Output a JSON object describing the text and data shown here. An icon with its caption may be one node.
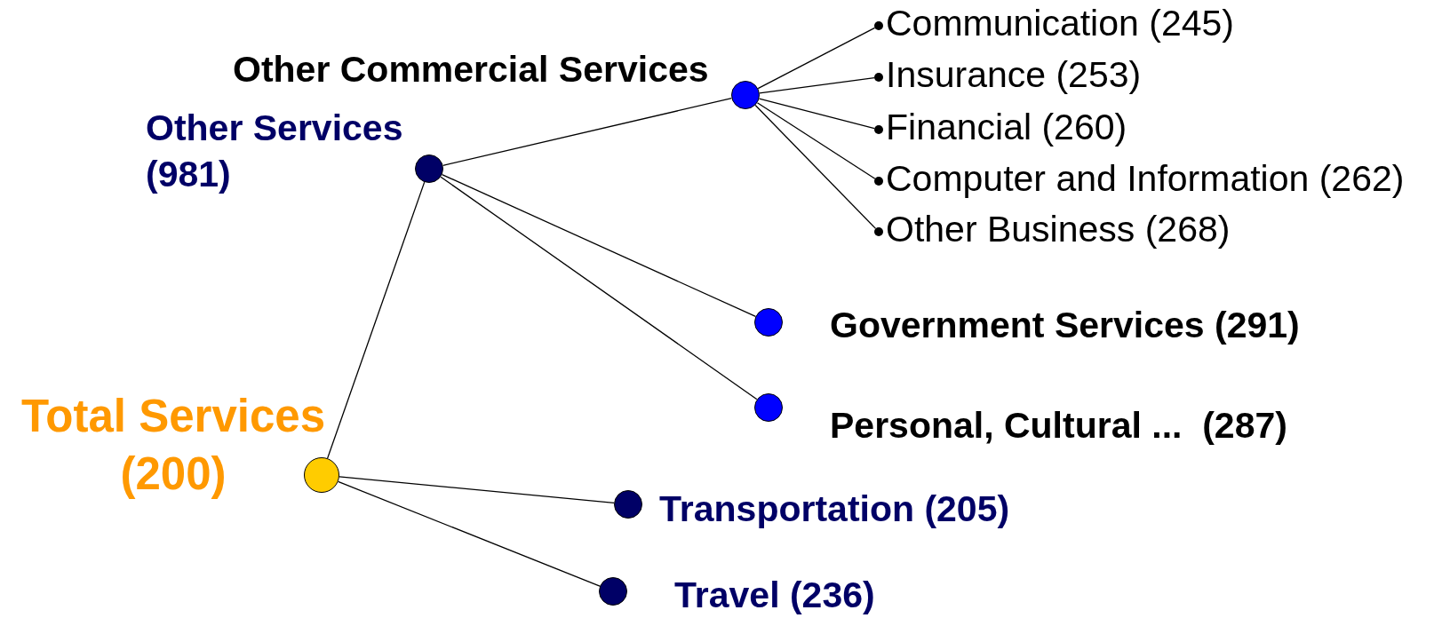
{
  "diagram": {
    "nodes": [
      {
        "text": [],
        "shape": "circle",
        "beside": [
          "Total Services (200)"
        ]
      },
      {
        "text": [],
        "shape": "circle",
        "beside": [
          "Other Services (981)"
        ]
      },
      {
        "text": [],
        "shape": "circle",
        "beside": [
          "Other Commercial Services"
        ]
      },
      {
        "text": [
          "Communication (245)"
        ]
      },
      {
        "text": [
          "Insurance (253)"
        ]
      },
      {
        "text": [
          "Financial (260)"
        ]
      },
      {
        "text": [
          "Computer and Information (262)"
        ]
      },
      {
        "text": [
          "Other Business (268)"
        ]
      },
      {
        "text": [],
        "shape": "circle",
        "beside": [
          "Government Services (291)"
        ]
      },
      {
        "text": [],
        "shape": "circle",
        "beside": [
          "Personal, Cultural ...  (287)"
        ]
      },
      {
        "text": [],
        "shape": "circle",
        "beside": [
          "Transportation (205)"
        ]
      },
      {
        "text": [],
        "shape": "circle",
        "beside": [
          "Travel (236)"
        ]
      }
    ],
    "edges": [
      {
        "from": 0,
        "to": 1,
        "arrow": "none"
      },
      {
        "from": 0,
        "to": 10,
        "arrow": "none"
      },
      {
        "from": 0,
        "to": 11,
        "arrow": "none"
      },
      {
        "from": 1,
        "to": 2,
        "arrow": "none"
      },
      {
        "from": 1,
        "to": 8,
        "arrow": "none"
      },
      {
        "from": 1,
        "to": 9,
        "arrow": "none"
      },
      {
        "from": 2,
        "to": 3,
        "arrow": "none"
      },
      {
        "from": 2,
        "to": 4,
        "arrow": "none"
      },
      {
        "from": 2,
        "to": 5,
        "arrow": "none"
      },
      {
        "from": 2,
        "to": 6,
        "arrow": "none"
      },
      {
        "from": 2,
        "to": 7,
        "arrow": "none"
      }
    ]
  }
}
